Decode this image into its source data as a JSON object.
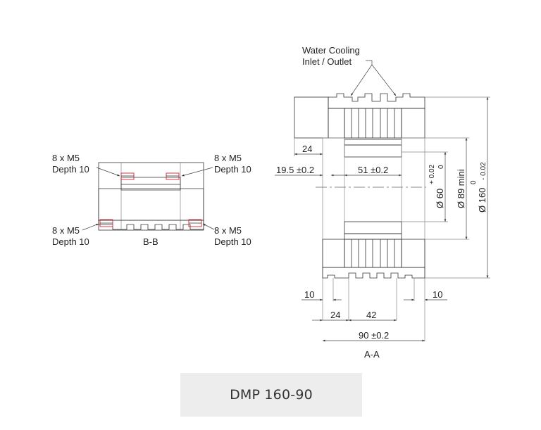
{
  "section_aa": {
    "title": "A-A",
    "callout_water_line1": "Water Cooling",
    "callout_water_line2": "Inlet / Outlet",
    "dim_24_top": "24",
    "dim_19_5": "19.5 ±0.2",
    "dim_51": "51 ±0.2",
    "dia_60": "Ø 60",
    "dia_60_tol_upper": "+ 0.02",
    "dia_60_tol_lower": "0",
    "dia_89": "Ø 89 mini",
    "dia_160": "Ø 160",
    "dia_160_tol_upper": "0",
    "dia_160_tol_lower": "- 0.02",
    "dim_10_left": "10",
    "dim_10_right": "10",
    "dim_24_bottom": "24",
    "dim_42": "42",
    "dim_90": "90 ±0.2"
  },
  "section_bb": {
    "title": "B-B",
    "callouts": [
      {
        "line1": "8 x M5",
        "line2": "Depth 10"
      },
      {
        "line1": "8 x M5",
        "line2": "Depth 10"
      },
      {
        "line1": "8 x M5",
        "line2": "Depth 10"
      },
      {
        "line1": "8 x M5",
        "line2": "Depth 10"
      }
    ]
  },
  "caption": {
    "model": "DMP 160-90"
  },
  "colors": {
    "thread_highlight": "#dd2233",
    "caption_bg": "#ededed"
  }
}
